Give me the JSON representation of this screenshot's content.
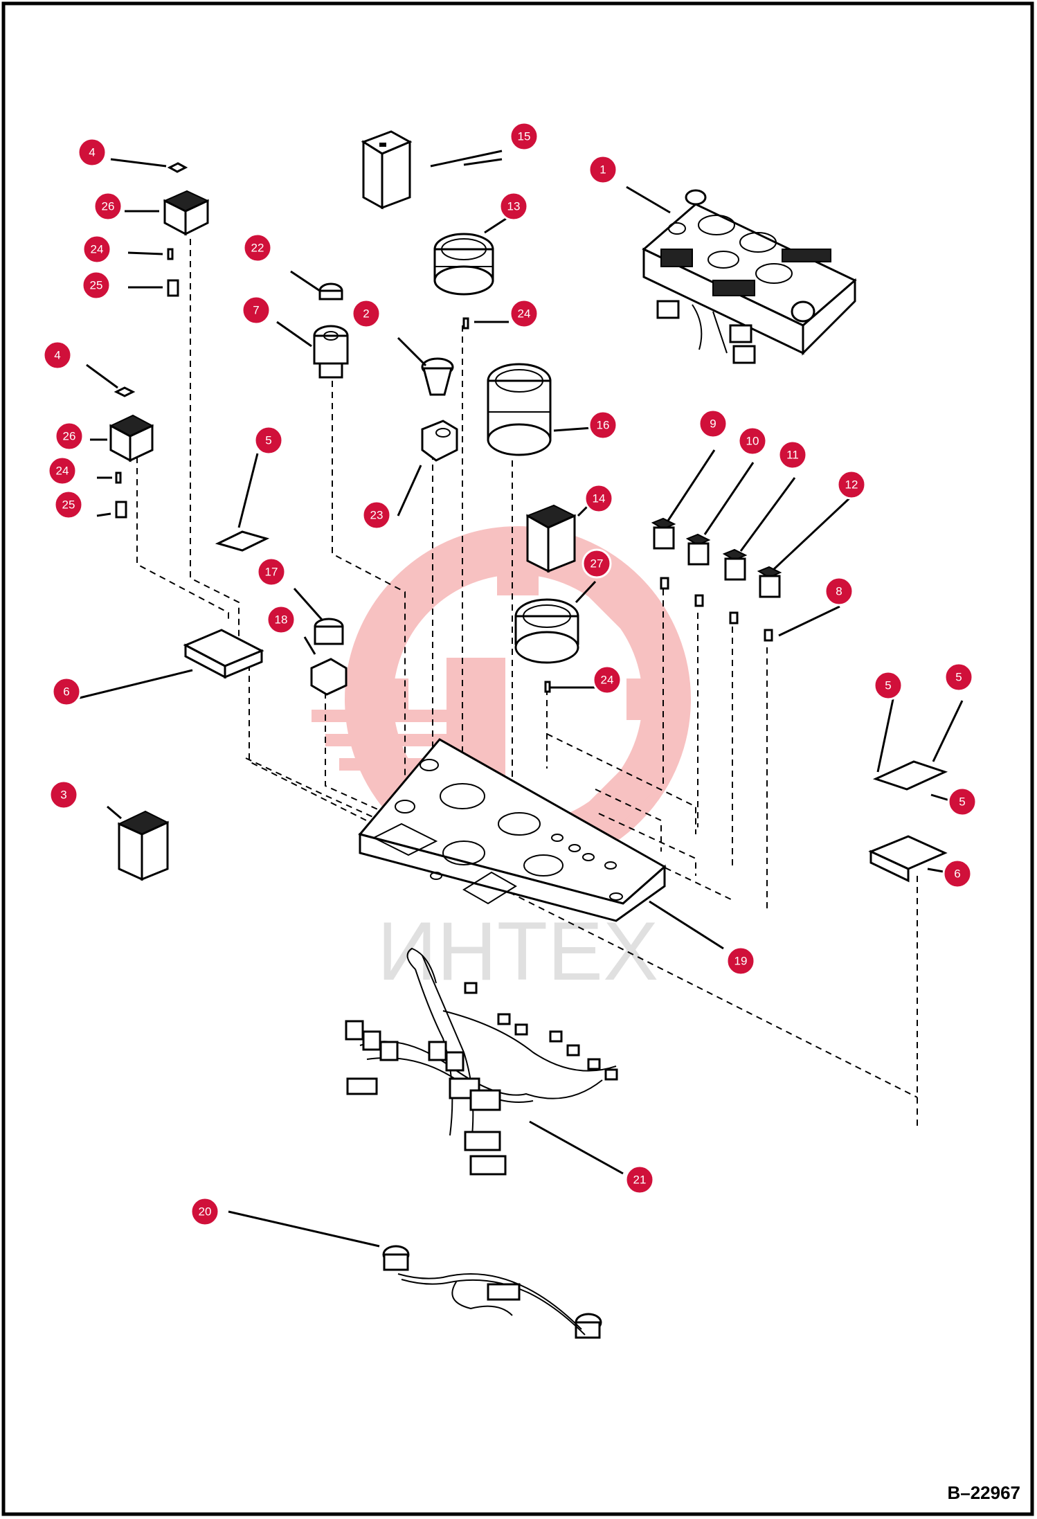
{
  "drawing_number": "B–22967",
  "watermark_text": "ИНТЕХ",
  "callouts": [
    {
      "id": "c1",
      "label": "1",
      "name": "callout-1"
    },
    {
      "id": "c2",
      "label": "2",
      "name": "callout-2"
    },
    {
      "id": "c3",
      "label": "3",
      "name": "callout-3"
    },
    {
      "id": "c4a",
      "label": "4",
      "name": "callout-4"
    },
    {
      "id": "c4b",
      "label": "4",
      "name": "callout-4"
    },
    {
      "id": "c5a",
      "label": "5",
      "name": "callout-5"
    },
    {
      "id": "c5b",
      "label": "5",
      "name": "callout-5"
    },
    {
      "id": "c5c",
      "label": "5",
      "name": "callout-5"
    },
    {
      "id": "c5d",
      "label": "5",
      "name": "callout-5"
    },
    {
      "id": "c6a",
      "label": "6",
      "name": "callout-6"
    },
    {
      "id": "c6b",
      "label": "6",
      "name": "callout-6"
    },
    {
      "id": "c7",
      "label": "7",
      "name": "callout-7"
    },
    {
      "id": "c8",
      "label": "8",
      "name": "callout-8"
    },
    {
      "id": "c9",
      "label": "9",
      "name": "callout-9"
    },
    {
      "id": "c10",
      "label": "10",
      "name": "callout-10"
    },
    {
      "id": "c11",
      "label": "11",
      "name": "callout-11"
    },
    {
      "id": "c12",
      "label": "12",
      "name": "callout-12"
    },
    {
      "id": "c13",
      "label": "13",
      "name": "callout-13"
    },
    {
      "id": "c14",
      "label": "14",
      "name": "callout-14"
    },
    {
      "id": "c15",
      "label": "15",
      "name": "callout-15"
    },
    {
      "id": "c16",
      "label": "16",
      "name": "callout-16"
    },
    {
      "id": "c17",
      "label": "17",
      "name": "callout-17"
    },
    {
      "id": "c18",
      "label": "18",
      "name": "callout-18"
    },
    {
      "id": "c19",
      "label": "19",
      "name": "callout-19"
    },
    {
      "id": "c20",
      "label": "20",
      "name": "callout-20"
    },
    {
      "id": "c21",
      "label": "21",
      "name": "callout-21"
    },
    {
      "id": "c22",
      "label": "22",
      "name": "callout-22"
    },
    {
      "id": "c23",
      "label": "23",
      "name": "callout-23"
    },
    {
      "id": "c24a",
      "label": "24",
      "name": "callout-24"
    },
    {
      "id": "c24b",
      "label": "24",
      "name": "callout-24"
    },
    {
      "id": "c24c",
      "label": "24",
      "name": "callout-24"
    },
    {
      "id": "c24d",
      "label": "24",
      "name": "callout-24"
    },
    {
      "id": "c25a",
      "label": "25",
      "name": "callout-25"
    },
    {
      "id": "c25b",
      "label": "25",
      "name": "callout-25"
    },
    {
      "id": "c26a",
      "label": "26",
      "name": "callout-26"
    },
    {
      "id": "c26b",
      "label": "26",
      "name": "callout-26"
    },
    {
      "id": "c27",
      "label": "27",
      "name": "callout-27"
    }
  ],
  "colors": {
    "callout_fill": "#d0103a",
    "watermark_red": "#e84040",
    "watermark_gray": "#c8c8c8",
    "line": "#000000",
    "background": "#ffffff"
  }
}
